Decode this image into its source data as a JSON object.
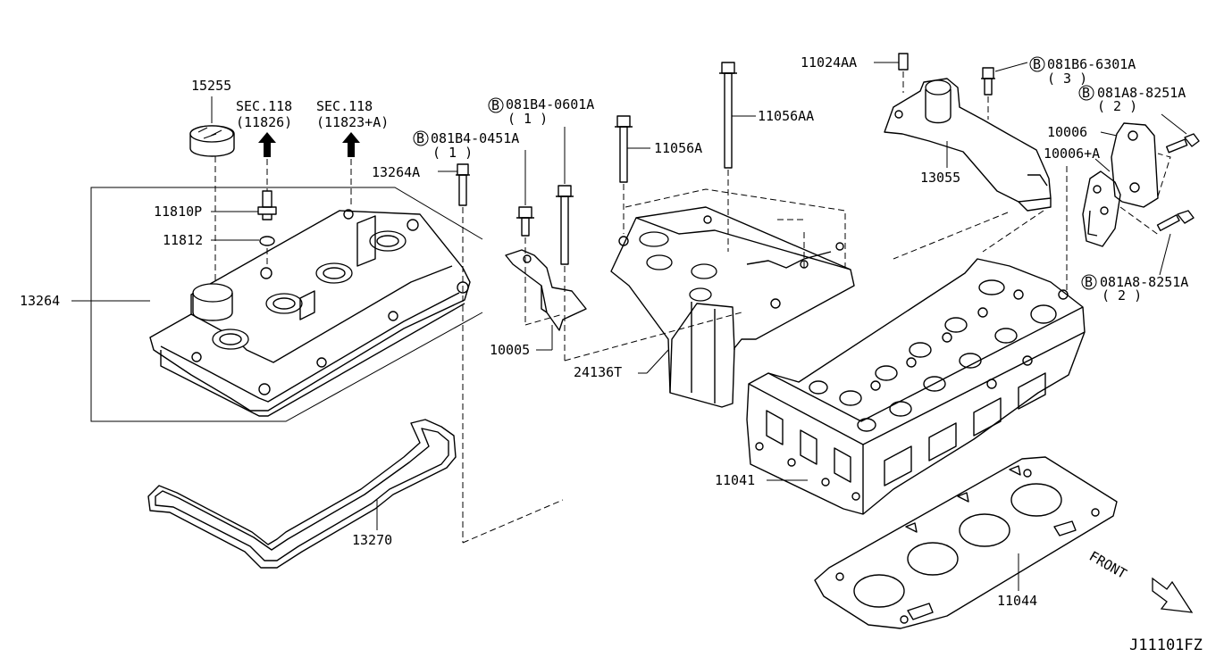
{
  "labels": {
    "p15255": "15255",
    "sec118a_1": "SEC.118",
    "sec118a_2": "(11826)",
    "sec118b_1": "SEC.118",
    "sec118b_2": "(11823+A)",
    "p13264A": "13264A",
    "p11810P": "11810P",
    "p11812": "11812",
    "p13264": "13264",
    "p13270": "13270",
    "b0451_1": "081B4-0451A",
    "b0451_2": "( 1 )",
    "b0601_1": "081B4-0601A",
    "b0601_2": "( 1 )",
    "p11056A": "11056A",
    "p11056AA": "11056AA",
    "p10005": "10005",
    "p24136T": "24136T",
    "p11024AA": "11024AA",
    "b6301_1": "081B6-6301A",
    "b6301_2": "( 3 )",
    "b8251a_1": "081A8-8251A",
    "b8251a_2": "( 2 )",
    "p10006": "10006",
    "p10006A": "10006+A",
    "p13055": "13055",
    "b8251b_1": "081A8-8251A",
    "b8251b_2": "( 2 )",
    "p11041": "11041",
    "p11044": "11044",
    "front": "FRONT",
    "diagram_code": "J11101FZ",
    "bolt_marker": "B"
  },
  "icons": [
    "arrow-up-icon",
    "front-arrow-icon",
    "bolt-marker-icon"
  ]
}
